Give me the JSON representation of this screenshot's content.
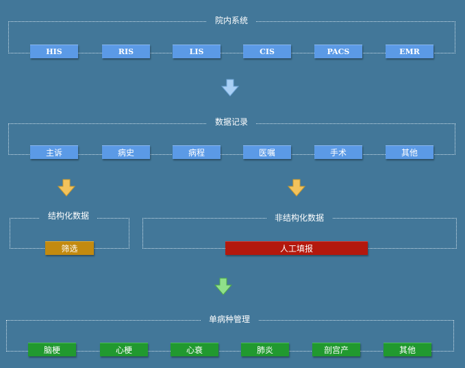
{
  "hospital": {
    "title": "院内系统",
    "items": [
      "HIS",
      "RIS",
      "LIS",
      "CIS",
      "PACS",
      "EMR"
    ]
  },
  "records": {
    "title": "数据记录",
    "items": [
      "主诉",
      "病史",
      "病程",
      "医嘱",
      "手术",
      "其他"
    ]
  },
  "structured": {
    "title": "结构化数据",
    "action": "筛选"
  },
  "unstructured": {
    "title": "非结构化数据",
    "action": "人工填报"
  },
  "disease": {
    "title": "单病种管理",
    "items": [
      "脑梗",
      "心梗",
      "心衰",
      "肺炎",
      "剖宫产",
      "其他"
    ]
  },
  "colors": {
    "background": "#427799",
    "blue_box": "#5b9ae6",
    "green_box": "#21992f",
    "gold_box": "#c28a0f",
    "red_box": "#b3180d",
    "arrow_blue": "#a9d0f5",
    "arrow_gold": "#f2c25c",
    "arrow_green": "#8fe08a"
  },
  "icons": [
    "arrow-down-icon"
  ]
}
